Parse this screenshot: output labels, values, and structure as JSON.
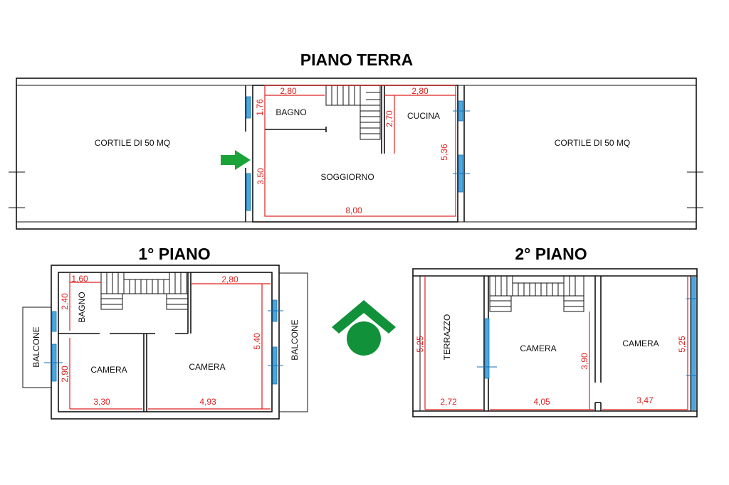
{
  "titles": {
    "ground": "PIANO TERRA",
    "first": "1° PIANO",
    "second": "2° PIANO"
  },
  "ground": {
    "rooms": {
      "cortile_left": "CORTILE DI 50 MQ",
      "cortile_right": "CORTILE DI 50 MQ",
      "bagno": "BAGNO",
      "cucina": "CUCINA",
      "soggiorno": "SOGGIORNO"
    },
    "dims": {
      "bagno_w": "2,80",
      "cucina_w": "2,80",
      "bagno_h": "1,76",
      "stair_h": "2,70",
      "right_h": "5,36",
      "left_h": "3,50",
      "total_w": "8,00"
    }
  },
  "first": {
    "rooms": {
      "bagno": "BAGNO",
      "camera_left": "CAMERA",
      "camera_right": "CAMERA",
      "balcone_left": "BALCONE",
      "balcone_right": "BALCONE"
    },
    "dims": {
      "bagno_w": "1,60",
      "camera_right_top": "2,80",
      "bagno_h": "2,40",
      "camera_left_h": "2,90",
      "camera_right_h": "5,40",
      "camera_left_w": "3,30",
      "camera_right_w": "4,93"
    }
  },
  "second": {
    "rooms": {
      "terrazzo": "TERRAZZO",
      "camera_mid": "CAMERA",
      "camera_right": "CAMERA"
    },
    "dims": {
      "terrazzo_h": "5,25",
      "mid_h": "3,90",
      "right_h": "5,25",
      "terrazzo_w": "2,72",
      "mid_w": "4,05",
      "right_w": "3,47"
    }
  },
  "colors": {
    "dimension": "#e02020",
    "window": "#4aa8e0",
    "arrow": "#1aa338",
    "logo": "#11913a"
  },
  "icons": {
    "entrance": "entrance-arrow-icon",
    "logo": "house-logo-icon"
  }
}
